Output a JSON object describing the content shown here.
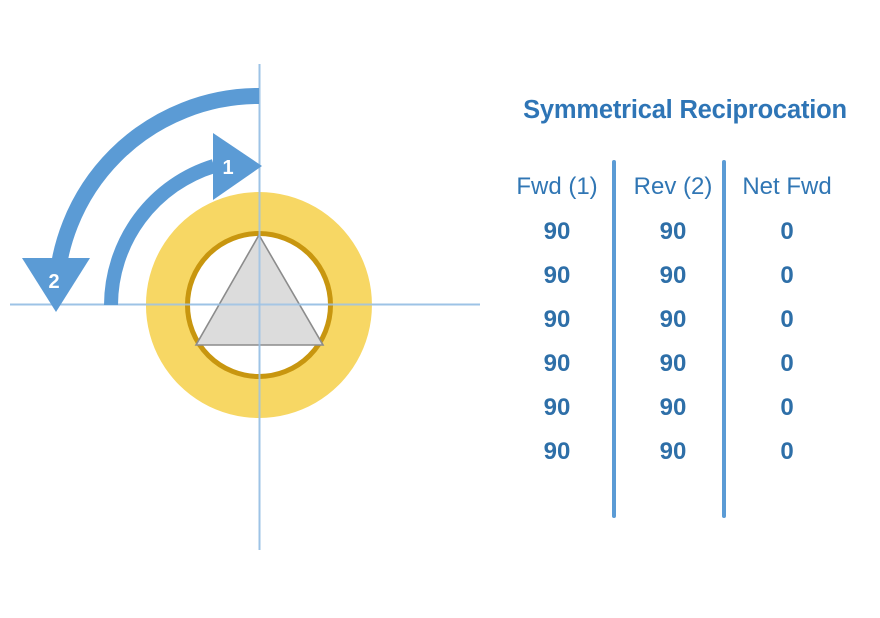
{
  "diagram": {
    "name": "reciprocation-diagram",
    "axes": {
      "horizontal_label": "",
      "vertical_label": "",
      "color": "#9DC3E6"
    },
    "ring": {
      "fill": "#F7D764",
      "inner_border": "#C8960F"
    },
    "triangle": {
      "fill": "#DCDCDC",
      "stroke": "#8C8C8C"
    },
    "arrows": [
      {
        "label": "1",
        "direction": "forward",
        "arc": "inner",
        "color": "#5B9BD5"
      },
      {
        "label": "2",
        "direction": "reverse",
        "arc": "outer",
        "color": "#5B9BD5"
      }
    ]
  },
  "table": {
    "title": "Symmetrical Reciprocation",
    "title_color": "#2E75B6",
    "headers": [
      "Fwd (1)",
      "Rev (2)",
      "Net Fwd"
    ],
    "rows": [
      [
        "90",
        "90",
        "0"
      ],
      [
        "90",
        "90",
        "0"
      ],
      [
        "90",
        "90",
        "0"
      ],
      [
        "90",
        "90",
        "0"
      ],
      [
        "90",
        "90",
        "0"
      ],
      [
        "90",
        "90",
        "0"
      ]
    ]
  },
  "chart_data": {
    "type": "table",
    "title": "Symmetrical Reciprocation",
    "columns": [
      "Fwd (1)",
      "Rev (2)",
      "Net Fwd"
    ],
    "rows": [
      [
        90,
        90,
        0
      ],
      [
        90,
        90,
        0
      ],
      [
        90,
        90,
        0
      ],
      [
        90,
        90,
        0
      ],
      [
        90,
        90,
        0
      ],
      [
        90,
        90,
        0
      ]
    ],
    "annotations": [
      "1",
      "2"
    ],
    "xlabel": "",
    "ylabel": ""
  }
}
